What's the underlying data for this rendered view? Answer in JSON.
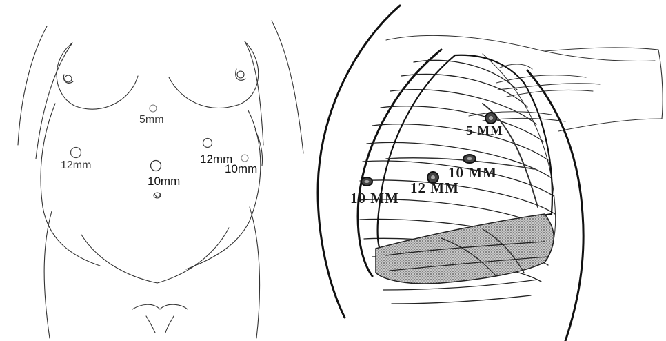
{
  "abdomen_ports": {
    "upper": "5mm",
    "left": "12mm",
    "center": "10mm",
    "right_a": "12mm",
    "right_b": "10mm"
  },
  "thorax_ports": {
    "p1": "5 MM",
    "p2": "10 MM",
    "p3": "12 MM",
    "p4": "10 MM"
  }
}
